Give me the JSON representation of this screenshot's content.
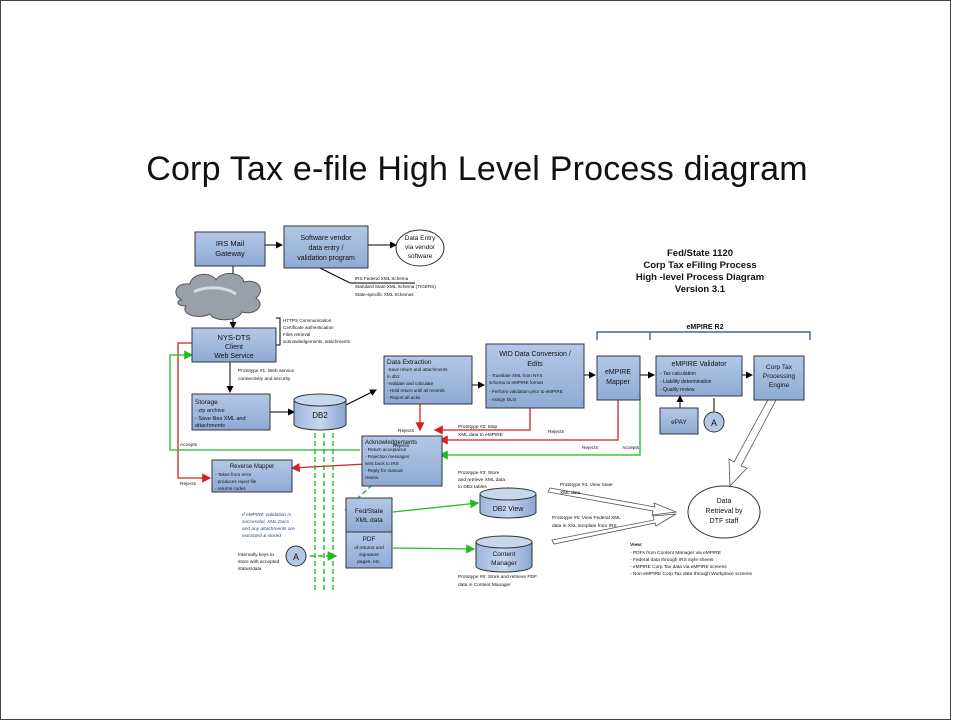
{
  "title": "Corp Tax e-file High Level Process diagram",
  "diagram": {
    "header_block": [
      "Fed/State 1120",
      "Corp Tax eFiling Process",
      "High -level Process Diagram",
      "Version  3.1"
    ],
    "nodes": {
      "irs_gateway": [
        "IRS Mail",
        "Gateway"
      ],
      "software_vendor": [
        "Software vendor",
        "data entry /",
        "validation program"
      ],
      "data_entry": [
        "Data Entry",
        "via vendor",
        "software"
      ],
      "nys_dts": [
        "NYS-DTS",
        "Client",
        "Web Service"
      ],
      "storage": [
        "Storage",
        "- zip archive",
        "- Save files XML and",
        "attachments"
      ],
      "db2": "DB2",
      "data_extraction": [
        "Data Extraction",
        "-Save return and attachments",
        "in db2",
        "-Validate and calculate",
        "- Hold return until all records",
        "- Report all acks"
      ],
      "wid_conversion": [
        "WID Data Conversion /",
        "Edits",
        "- Translate XML from NYS",
        "schema to eMPIRE format",
        "- Perform validation prior to eMPIRE",
        "- Assign DLN"
      ],
      "empire_mapper": [
        "eMPIRE",
        "Mapper"
      ],
      "empire_validator": [
        "eMPIRE Validator",
        "- Tax calculation",
        "- Liability determination",
        "- Quality review"
      ],
      "corp_tax_engine": [
        "Corp Tax",
        "Processing",
        "Engine"
      ],
      "epay": "ePAY",
      "acknowledgements": [
        "Acknowledgements",
        "- Return acceptance",
        "- Rejection messages",
        "sent back to IRS",
        "- Reply for manual",
        "review"
      ],
      "reverse_mapper": [
        "Reverse Mapper",
        "- Takes from error",
        "- produces reject file",
        "- returns codes"
      ],
      "fed_state_xml": [
        "Fed/State",
        "XML data"
      ],
      "pdf": [
        "PDF",
        "of returns and",
        "signature",
        "pages, etc."
      ],
      "db2_view": "DB2 View",
      "content_manager": [
        "Content",
        "Manager"
      ],
      "data_retrieval": [
        "Data",
        "Retrieval by",
        "DTF staff"
      ],
      "connector_a1": "A",
      "connector_a2": "A"
    },
    "banner": "eMPIRE R2",
    "notes": {
      "https": [
        "HTTPS Communication",
        "Certificate authentication",
        "Files retrieval",
        "acknowledgements, attachments"
      ],
      "schemas": [
        "IRS Federal XML Schema",
        "Standard State XML Schema  (TIGERS)",
        "State-specific XML Schemas"
      ],
      "proto1": [
        "Prototype  #1: Web service",
        "connectivity and security"
      ],
      "proto2": [
        "Prototype  #2: Map",
        "XML data to eMPIRE"
      ],
      "proto3": [
        "Prototype  #3: Store",
        "and retrieve XML data",
        "to DB2 tables"
      ],
      "proto4": [
        "Prototype  #4: View State",
        "XML data"
      ],
      "proto5": [
        "Prototype  #5: View Federal XML",
        "data in XSL template from IRS"
      ],
      "proto6": [
        "Prototype  #6: Store and retrieve PDF",
        "data in Content Manager"
      ],
      "empire_success": [
        "If eMPIRE Validation is",
        "successful, XML Docs",
        "and any attachments are",
        "extracted & stored"
      ],
      "internal": [
        "Internally keys to",
        "store with accepted",
        "status/data"
      ],
      "view": [
        "View:",
        "- PDFs from Content Manager via eMPIRE",
        "- Federal data through IRS style sheets",
        "- eMPIRE Corp Tax data via eMPIRE screens",
        "- Non-eMPIRE Corp Tax data through Workplace screens"
      ]
    },
    "edge_labels": {
      "rejects_1": "Rejects",
      "rejects_2": "Rejects",
      "rejects_3": "Rejects",
      "accepts_1": "Accepts",
      "rejects_4": "Rejects",
      "accepts_2": "Accepts",
      "rejects_5": "Rejects"
    }
  }
}
